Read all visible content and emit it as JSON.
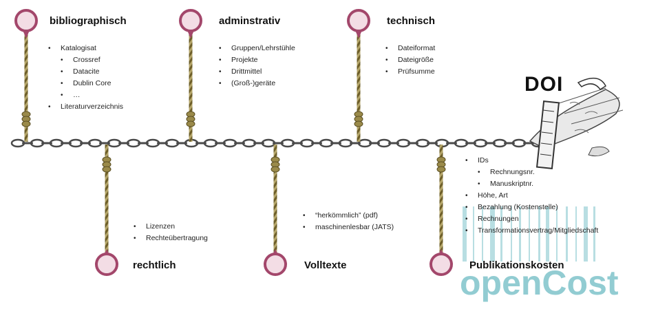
{
  "categories_top": [
    {
      "id": "bibliographisch",
      "title": "bibliographisch",
      "items": [
        {
          "text": "Katalogisat",
          "level": 1
        },
        {
          "text": "Crossref",
          "level": 2
        },
        {
          "text": "Datacite",
          "level": 2
        },
        {
          "text": "Dublin Core",
          "level": 2
        },
        {
          "text": "…",
          "level": 2
        },
        {
          "text": "Literaturverzeichnis",
          "level": 1
        }
      ]
    },
    {
      "id": "adminstrativ",
      "title": "adminstrativ",
      "items": [
        {
          "text": "Gruppen/Lehrstühle",
          "level": 1
        },
        {
          "text": "Projekte",
          "level": 1
        },
        {
          "text": "Drittmittel",
          "level": 1
        },
        {
          "text": "(Groß-)geräte",
          "level": 1
        }
      ]
    },
    {
      "id": "technisch",
      "title": "technisch",
      "items": [
        {
          "text": "Dateiformat",
          "level": 1
        },
        {
          "text": "Dateigröße",
          "level": 1
        },
        {
          "text": "Prüfsumme",
          "level": 1
        }
      ]
    }
  ],
  "categories_bottom": [
    {
      "id": "rechtlich",
      "title": "rechtlich",
      "items": [
        {
          "text": "Lizenzen",
          "level": 1
        },
        {
          "text": "Rechteübertragung",
          "level": 1
        }
      ]
    },
    {
      "id": "volltexte",
      "title": "Volltexte",
      "items": [
        {
          "text": "“herkömmlich” (pdf)",
          "level": 1
        },
        {
          "text": "maschinenlesbar (JATS)",
          "level": 1
        }
      ]
    },
    {
      "id": "publikationskosten",
      "title": "Publikationskosten",
      "items": [
        {
          "text": "IDs",
          "level": 1
        },
        {
          "text": "Rechnungsnr.",
          "level": 2
        },
        {
          "text": "Manuskriptnr.",
          "level": 2
        },
        {
          "text": "Höhe, Art",
          "level": 1
        },
        {
          "text": "Bezahlung (Kostenstelle)",
          "level": 1
        },
        {
          "text": "Rechnungen",
          "level": 1
        },
        {
          "text": "Transformationsvertrag/Mitgliedschaft",
          "level": 1
        }
      ]
    }
  ],
  "anchor": {
    "label": "DOI"
  },
  "logo": {
    "text": "openCost",
    "color": "#7fc4cb"
  },
  "colors": {
    "pin": "#a3476b",
    "pin_fill": "#f3dde5",
    "rope": "#8a7a3c",
    "chain": "#4a4a4a"
  }
}
